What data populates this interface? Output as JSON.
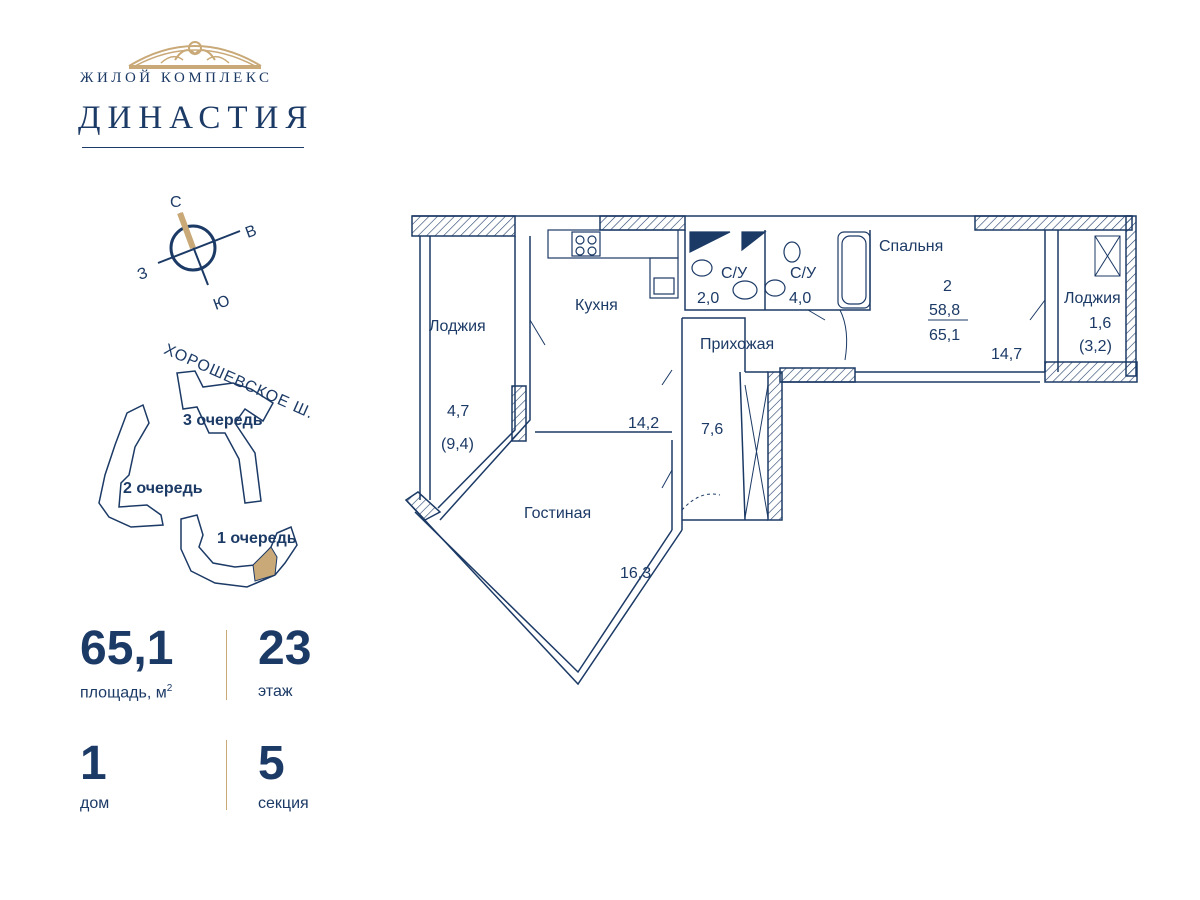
{
  "brand": {
    "line1": "ЖИЛОЙ КОМПЛЕКС",
    "line2": "ДИНАСТИЯ",
    "accent_color": "#c9a978",
    "primary_color": "#1c3a66"
  },
  "compass": {
    "north": "С",
    "east": "В",
    "south": "Ю",
    "west": "З"
  },
  "site_plan": {
    "street": "ХОРОШЕВСКОЕ Ш.",
    "phase3": "3 очередь",
    "phase2": "2 очередь",
    "phase1": "1 очередь"
  },
  "stats": {
    "area_value": "65,1",
    "area_label": "площадь, м",
    "area_sup": "2",
    "floor_value": "23",
    "floor_label": "этаж",
    "house_value": "1",
    "house_label": "дом",
    "section_value": "5",
    "section_label": "секция"
  },
  "plan": {
    "loggia_left": "Лоджия",
    "loggia_left_area": "4,7",
    "loggia_left_area_full": "(9,4)",
    "kitchen": "Кухня",
    "kitchen_area": "14,2",
    "bath1": "С/У",
    "bath1_area": "2,0",
    "bath2": "С/У",
    "bath2_area": "4,0",
    "hall": "Прихожая",
    "hall_area": "7,6",
    "bedroom": "Спальня",
    "rooms_count": "2",
    "living_area": "58,8",
    "total_area": "65,1",
    "bedroom_area": "14,7",
    "loggia_right": "Лоджия",
    "loggia_right_area": "1,6",
    "loggia_right_area_full": "(3,2)",
    "living_room": "Гостиная",
    "living_room_area": "16,3"
  }
}
